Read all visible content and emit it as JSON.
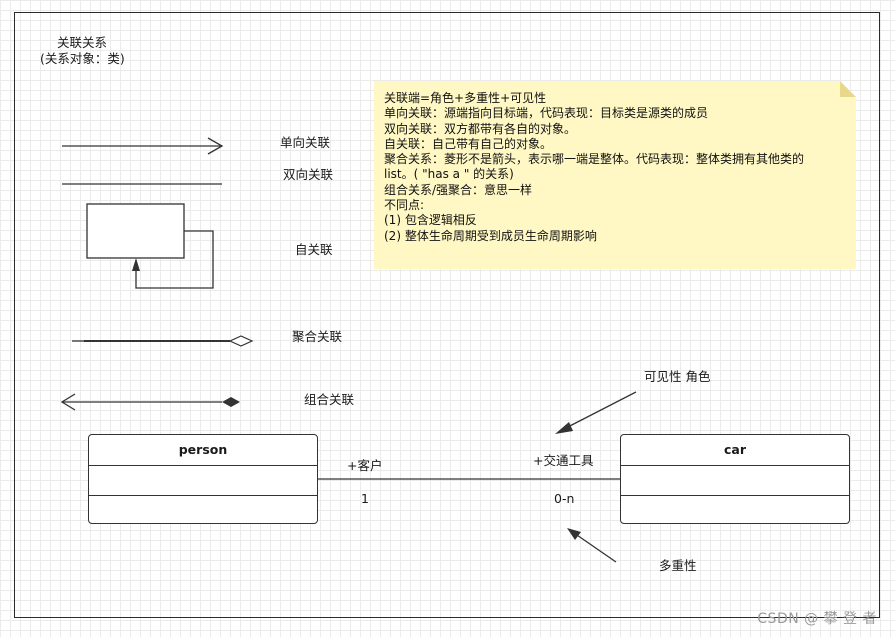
{
  "legend": {
    "title_line1": "关联关系",
    "title_line2": "(关系对象：类)",
    "unidirectional": "单向关联",
    "bidirectional": "双向关联",
    "self": "自关联",
    "aggregation": "聚合关联",
    "composition": "组合关联"
  },
  "note": {
    "lines": [
      "关联端=角色+多重性+可见性",
      "单向关联：源端指向目标端，代码表现：目标类是源类的成员",
      "双向关联：双方都带有各自的对象。",
      "自关联：自己带有自己的对象。",
      "聚合关系：菱形不是箭头，表示哪一端是整体。代码表现：整体类拥有其他类的",
      "list。( \"has a \" 的关系)",
      "组合关系/强聚合：意思一样",
      "不同点:",
      " (1) 包含逻辑相反",
      " (2) 整体生命周期受到成员生命周期影响"
    ]
  },
  "classes": {
    "person": "person",
    "car": "car"
  },
  "association": {
    "left_role": "+客户",
    "left_multiplicity": "1",
    "right_role": "+交通工具",
    "right_multiplicity": "0-n"
  },
  "annotations": {
    "visibility_role": "可见性 角色",
    "multiplicity": "多重性"
  },
  "watermark": "CSDN @ 攀 登 者"
}
